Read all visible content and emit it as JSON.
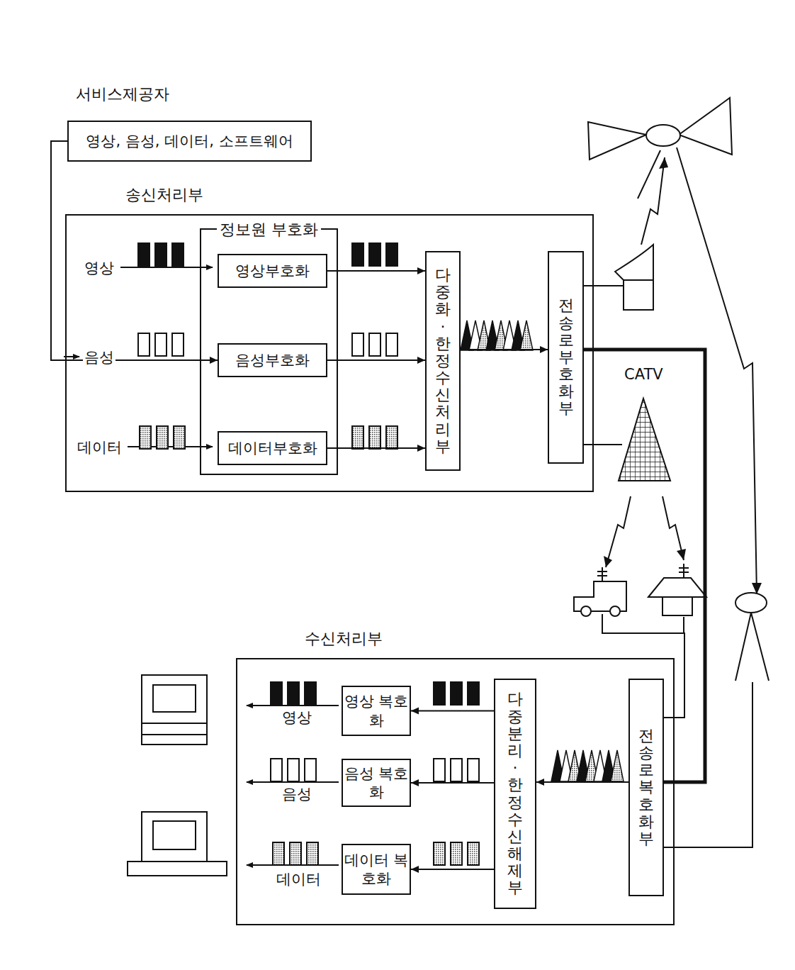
{
  "diagram": {
    "nodes": [
      {
        "text": [
          "서비스제공자",
          "영상, 음성, 데이터, 소프트웨어"
        ]
      },
      {
        "text": [
          "송신처리부"
        ]
      },
      {
        "text": [
          "정보원 부호화"
        ],
        "in": 1
      },
      {
        "text": [
          "영상부호화"
        ],
        "in": 2
      },
      {
        "text": [
          "음성부호화"
        ],
        "in": 2
      },
      {
        "text": [
          "데이터부호화"
        ],
        "in": 2
      },
      {
        "text": [
          "다중화·한정수신처리부"
        ],
        "in": 1
      },
      {
        "text": [
          "전송로 부호화부"
        ],
        "in": 1
      },
      {
        "text": [
          "수신처리부"
        ]
      },
      {
        "text": [
          "영상 복호화"
        ],
        "in": 8
      },
      {
        "text": [
          "음성 복호화"
        ],
        "in": 8
      },
      {
        "text": [
          "데이터 복호화"
        ],
        "in": 8
      },
      {
        "text": [
          "다중분리·한정수신해제부"
        ],
        "in": 8
      },
      {
        "text": [
          "전송로 복호화부"
        ],
        "in": 8
      }
    ],
    "edges": [
      {
        "from": 0,
        "to": 4,
        "arrow": "to"
      },
      {
        "from": 3,
        "to": 6,
        "arrow": "to"
      },
      {
        "from": 4,
        "to": 6,
        "arrow": "to"
      },
      {
        "from": 5,
        "to": 6,
        "arrow": "to"
      },
      {
        "from": 6,
        "to": 7,
        "arrow": "to"
      },
      {
        "from": 7,
        "to": 13,
        "arrow": "none"
      },
      {
        "from": 13,
        "to": 12,
        "arrow": "to"
      },
      {
        "from": 12,
        "to": 9,
        "arrow": "to"
      },
      {
        "from": 12,
        "to": 10,
        "arrow": "to"
      },
      {
        "from": 12,
        "to": 11,
        "arrow": "to"
      }
    ],
    "labels": [
      "영상",
      "음성",
      "데이터",
      "CATV",
      "영상",
      "음성",
      "데이터"
    ]
  }
}
